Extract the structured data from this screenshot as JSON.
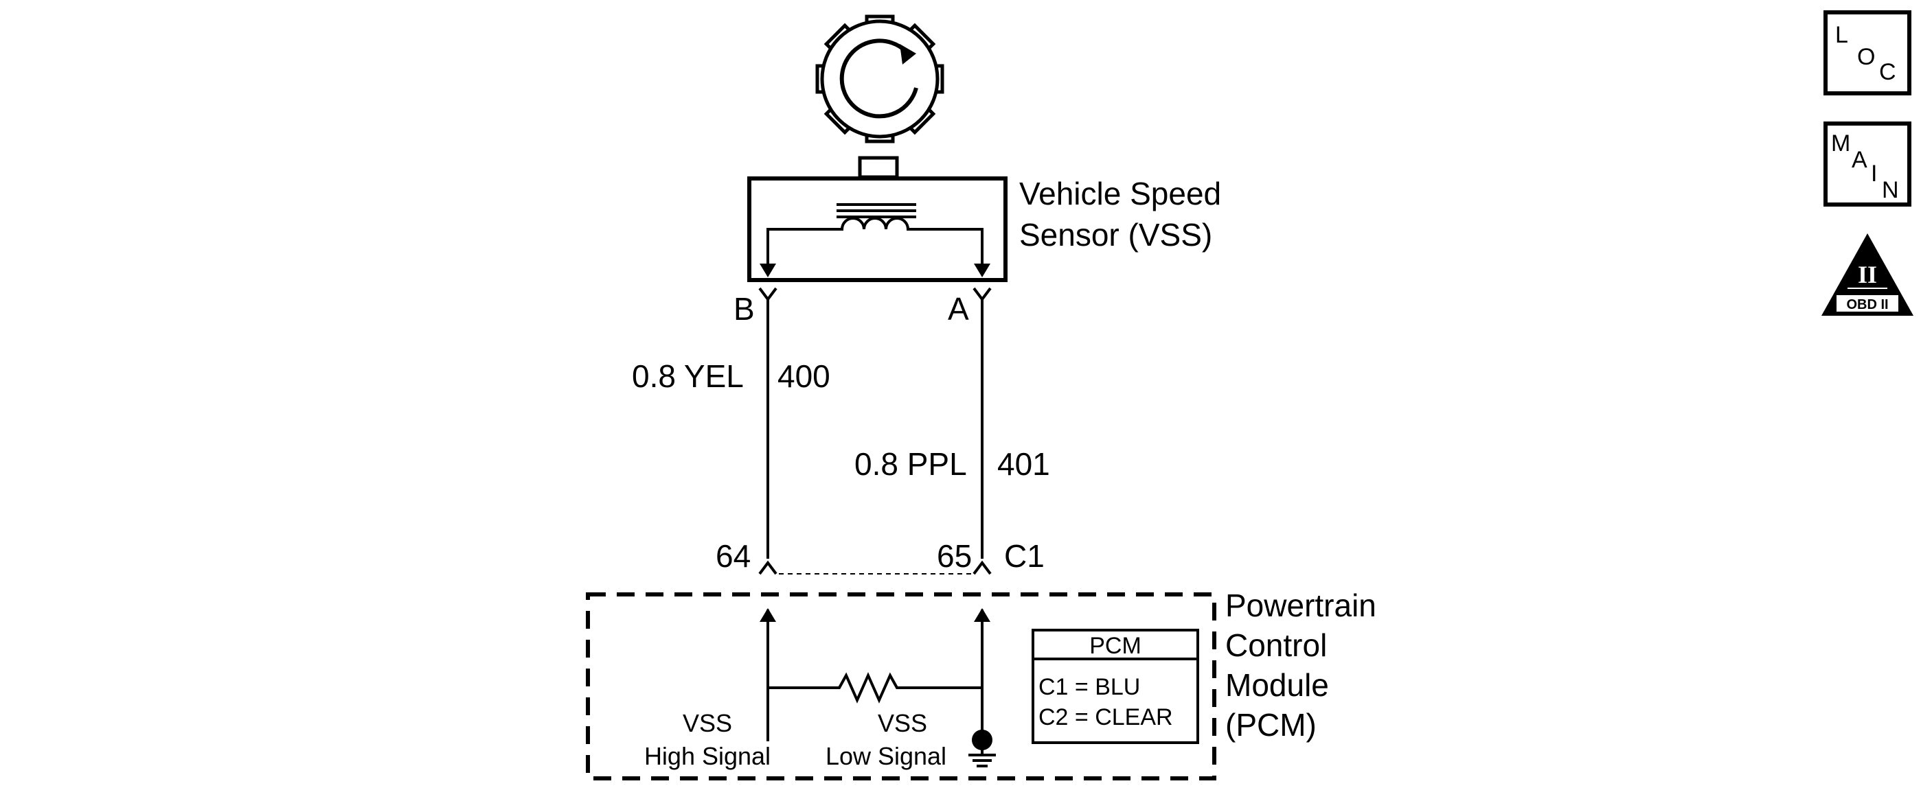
{
  "sensor": {
    "name_line1": "Vehicle Speed",
    "name_line2": "Sensor (VSS)",
    "terminal_b": "B",
    "terminal_a": "A"
  },
  "wires": {
    "b_wire": {
      "gauge_color": "0.8 YEL",
      "circuit": "400"
    },
    "a_wire": {
      "gauge_color": "0.8 PPL",
      "circuit": "401"
    }
  },
  "connector": {
    "pin_high": "64",
    "pin_low": "65",
    "name": "C1"
  },
  "module": {
    "name_line1": "Powertrain",
    "name_line2": "Control",
    "name_line3": "Module",
    "name_line4": "(PCM)",
    "high_signal_line1": "VSS",
    "high_signal_line2": "High Signal",
    "low_signal_line1": "VSS",
    "low_signal_line2": "Low Signal"
  },
  "pcm_legend": {
    "title": "PCM",
    "line1": "C1 = BLU",
    "line2": "C2 = CLEAR"
  },
  "side_icons": {
    "loc_letters": [
      "L",
      "O",
      "C"
    ],
    "main_letters": [
      "M",
      "A",
      "I",
      "N"
    ],
    "obd_numeral": "II",
    "obd_label": "OBD II"
  }
}
